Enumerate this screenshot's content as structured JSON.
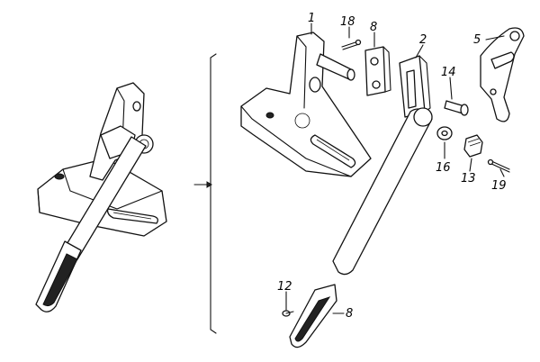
{
  "callouts": [
    {
      "id": "c1",
      "label": "1"
    },
    {
      "id": "c18",
      "label": "18"
    },
    {
      "id": "c8a",
      "label": "8"
    },
    {
      "id": "c2",
      "label": "2"
    },
    {
      "id": "c5",
      "label": "5"
    },
    {
      "id": "c14",
      "label": "14"
    },
    {
      "id": "c16",
      "label": "16"
    },
    {
      "id": "c13",
      "label": "13"
    },
    {
      "id": "c19",
      "label": "19"
    },
    {
      "id": "c12",
      "label": "12"
    },
    {
      "id": "c8b",
      "label": "8"
    }
  ]
}
